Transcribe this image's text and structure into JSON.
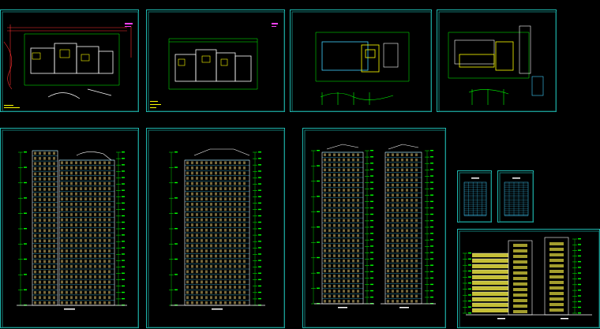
{
  "app": {
    "background": "#000000"
  },
  "colors": {
    "frame": "#1fb8b0",
    "wall": "#ffffff",
    "grid": "#00ff00",
    "dim": "#ff3030",
    "hatch": "#ffff00",
    "window": "#40d0ff",
    "note": "#ff40ff"
  },
  "sheets": [
    {
      "id": "plan-1",
      "kind": "floor-plan"
    },
    {
      "id": "plan-2",
      "kind": "floor-plan"
    },
    {
      "id": "plan-3",
      "kind": "site-plan"
    },
    {
      "id": "plan-4",
      "kind": "site-plan"
    },
    {
      "id": "elev-1",
      "kind": "elevation"
    },
    {
      "id": "elev-2",
      "kind": "elevation"
    },
    {
      "id": "elev-3",
      "kind": "double-elevation"
    },
    {
      "id": "table-1",
      "kind": "schedule-table"
    },
    {
      "id": "table-2",
      "kind": "schedule-table"
    },
    {
      "id": "section-1",
      "kind": "section"
    }
  ]
}
